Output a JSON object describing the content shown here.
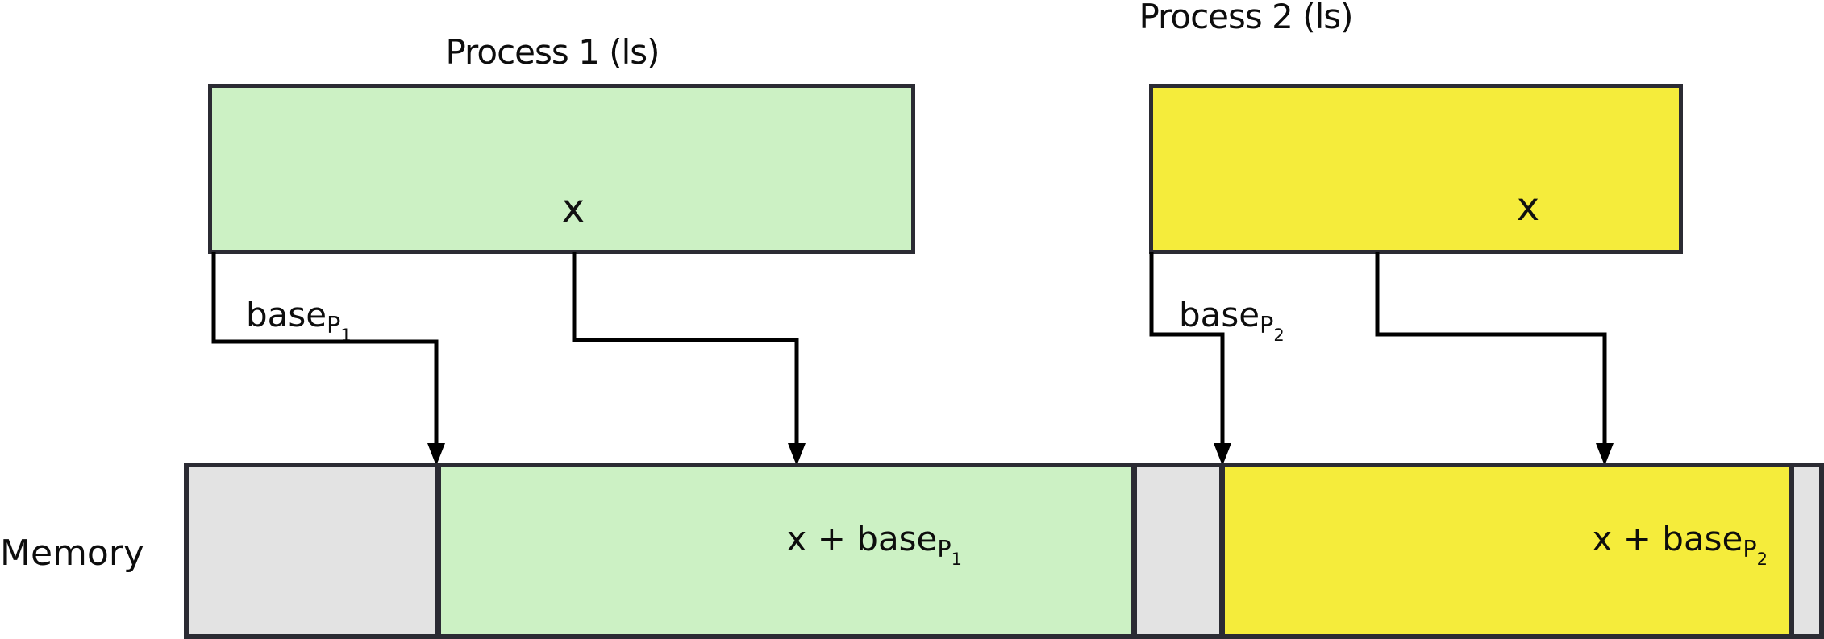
{
  "process1": {
    "title": "Process 1 (ls)",
    "var_label": "x",
    "base_label": {
      "text": "base",
      "sub": "P",
      "subsub": "1"
    }
  },
  "process2": {
    "title": "Process 2 (ls)",
    "var_label": "x",
    "base_label": {
      "text": "base",
      "sub": "P",
      "subsub": "2"
    }
  },
  "memory": {
    "label": "Memory",
    "p1_cell": {
      "text": "x + base",
      "sub": "P",
      "subsub": "1"
    },
    "p2_cell": {
      "text": "x + base",
      "sub": "P",
      "subsub": "2"
    }
  },
  "colors": {
    "green": "#ccf1c4",
    "yellow": "#f5ec3b",
    "gray": "#e3e3e3",
    "border": "#2b2b33",
    "line": "#000000"
  }
}
